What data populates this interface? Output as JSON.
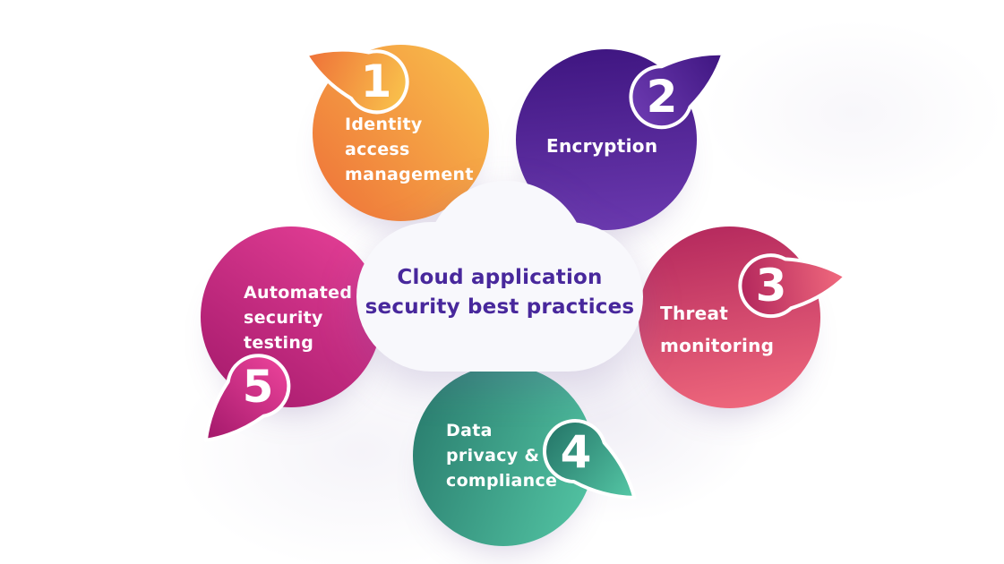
{
  "title": {
    "full": "Cloud application security best practices",
    "lines": [
      "Cloud application",
      "security best practices"
    ],
    "color": "#48289c"
  },
  "items": [
    {
      "number": "1",
      "label": "Identity access management",
      "lines": [
        "Identity",
        "access",
        "management"
      ],
      "gradient_from": "#ee7038",
      "gradient_to": "#f9c24c"
    },
    {
      "number": "2",
      "label": "Encryption",
      "lines": [
        "Encryption"
      ],
      "gradient_from": "#3e1580",
      "gradient_to": "#6c3ab0"
    },
    {
      "number": "3",
      "label": "Threat monitoring",
      "lines": [
        "Threat",
        "monitoring"
      ],
      "gradient_from": "#b2265c",
      "gradient_to": "#f26b7e"
    },
    {
      "number": "4",
      "label": "Data privacy & compliance",
      "lines": [
        "Data",
        "privacy &",
        "compliance"
      ],
      "gradient_from": "#27796b",
      "gradient_to": "#55c8a6"
    },
    {
      "number": "5",
      "label": "Automated security testing",
      "lines": [
        "Automated",
        "security",
        "testing"
      ],
      "gradient_from": "#e84198",
      "gradient_to": "#a2186a"
    }
  ]
}
